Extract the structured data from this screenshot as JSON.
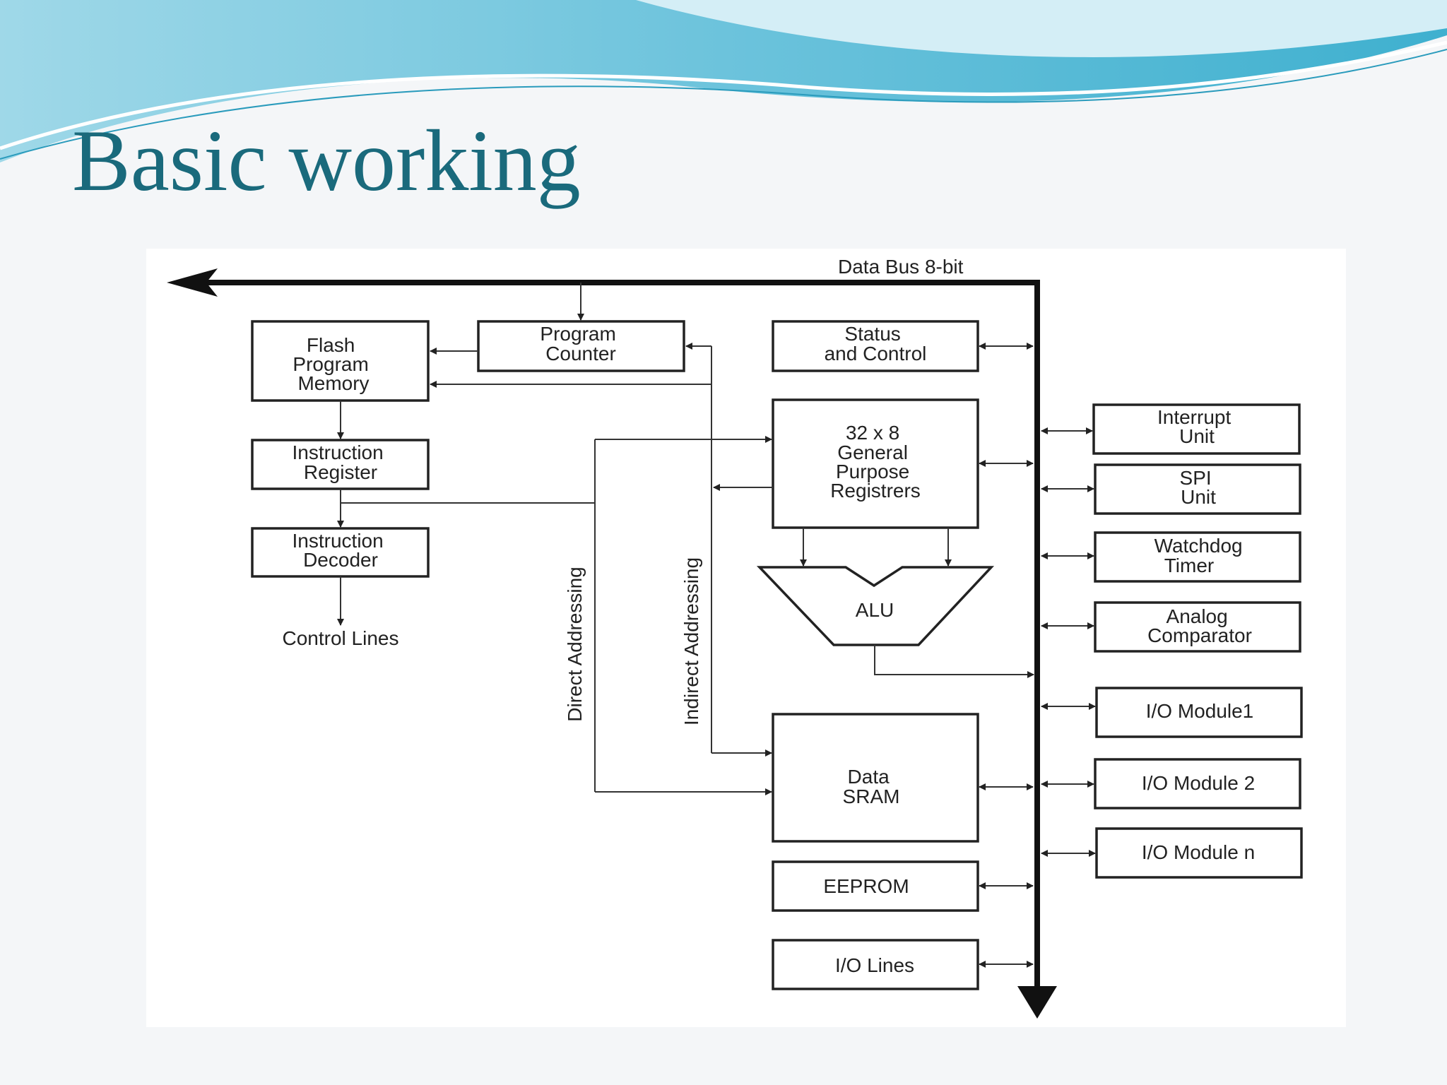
{
  "slide": {
    "title": "Basic working"
  },
  "diagram": {
    "data_bus": "Data Bus 8-bit",
    "flash_memory": [
      "Flash",
      "Program",
      "Memory"
    ],
    "program_counter": [
      "Program",
      "Counter"
    ],
    "status_control": [
      "Status",
      "and Control"
    ],
    "registers": [
      "32 x 8",
      "General",
      "Purpose",
      "Registrers"
    ],
    "instruction_register": [
      "Instruction",
      "Register"
    ],
    "instruction_decoder": [
      "Instruction",
      "Decoder"
    ],
    "control_lines": "Control Lines",
    "alu": "ALU",
    "direct_addressing": "Direct Addressing",
    "indirect_addressing": "Indirect Addressing",
    "data_sram": [
      "Data",
      "SRAM"
    ],
    "eeprom": "EEPROM",
    "io_lines": "I/O Lines",
    "interrupt_unit": [
      "Interrupt",
      "Unit"
    ],
    "spi_unit": [
      "SPI",
      "Unit"
    ],
    "watchdog_timer": [
      "Watchdog",
      "Timer"
    ],
    "analog_comparator": [
      "Analog",
      "Comparator"
    ],
    "io_module_1": "I/O Module1",
    "io_module_2": "I/O Module 2",
    "io_module_n": "I/O Module n"
  }
}
